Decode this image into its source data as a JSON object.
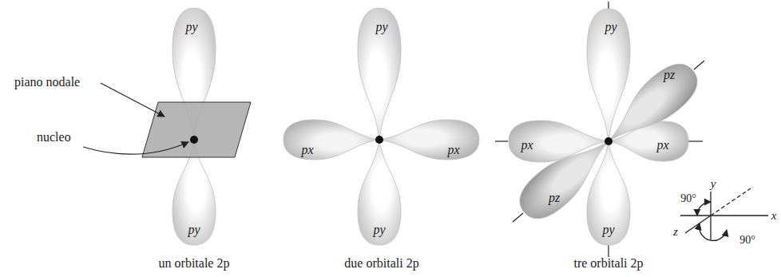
{
  "diagram": {
    "nodes": [
      {
        "text": [
          "py"
        ]
      },
      {
        "text": [
          "py"
        ]
      },
      {
        "text": [
          "py"
        ]
      },
      {
        "text": [
          "py"
        ]
      },
      {
        "text": [
          "px"
        ]
      },
      {
        "text": [
          "px"
        ]
      },
      {
        "text": [
          "py"
        ]
      },
      {
        "text": [
          "py"
        ]
      },
      {
        "text": [
          "px"
        ]
      },
      {
        "text": [
          "px"
        ]
      },
      {
        "text": [
          "pz"
        ]
      },
      {
        "text": [
          "pz"
        ]
      }
    ],
    "labels": [
      "piano nodale",
      "nucleo",
      "un orbitale 2p",
      "due orbitali 2p",
      "tre orbitali 2p",
      "y",
      "x",
      "z",
      "90°",
      "90°"
    ]
  }
}
